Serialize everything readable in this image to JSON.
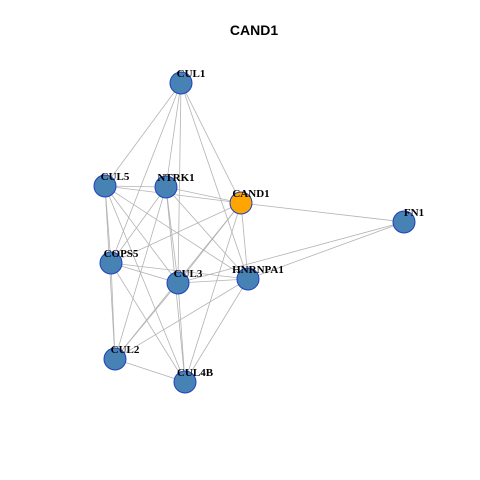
{
  "title": "CAND1",
  "colors": {
    "default_node": "#4682b4",
    "highlight_node": "#ffa500",
    "node_border": "#1f3fbf",
    "edge": "#b3b3b3"
  },
  "nodes": [
    {
      "id": "CUL1",
      "label": "CUL1",
      "highlight": false
    },
    {
      "id": "CUL5",
      "label": "CUL5",
      "highlight": false
    },
    {
      "id": "NTRK1",
      "label": "NTRK1",
      "highlight": false
    },
    {
      "id": "CAND1",
      "label": "CAND1",
      "highlight": true
    },
    {
      "id": "FN1",
      "label": "FN1",
      "highlight": false
    },
    {
      "id": "COPS5",
      "label": "COPS5",
      "highlight": false
    },
    {
      "id": "CUL3",
      "label": "CUL3",
      "highlight": false
    },
    {
      "id": "HNRNPA1",
      "label": "HNRNPA1",
      "highlight": false
    },
    {
      "id": "CUL2",
      "label": "CUL2",
      "highlight": false
    },
    {
      "id": "CUL4B",
      "label": "CUL4B",
      "highlight": false
    }
  ],
  "edges": [
    [
      "CUL1",
      "CUL5"
    ],
    [
      "CUL1",
      "NTRK1"
    ],
    [
      "CUL1",
      "CAND1"
    ],
    [
      "CUL1",
      "COPS5"
    ],
    [
      "CUL1",
      "CUL3"
    ],
    [
      "CUL1",
      "HNRNPA1"
    ],
    [
      "CUL5",
      "NTRK1"
    ],
    [
      "CUL5",
      "CAND1"
    ],
    [
      "CUL5",
      "COPS5"
    ],
    [
      "CUL5",
      "CUL3"
    ],
    [
      "CUL5",
      "CUL2"
    ],
    [
      "CUL5",
      "CUL4B"
    ],
    [
      "CUL5",
      "HNRNPA1"
    ],
    [
      "NTRK1",
      "CAND1"
    ],
    [
      "NTRK1",
      "COPS5"
    ],
    [
      "NTRK1",
      "CUL3"
    ],
    [
      "NTRK1",
      "HNRNPA1"
    ],
    [
      "NTRK1",
      "CUL2"
    ],
    [
      "NTRK1",
      "CUL4B"
    ],
    [
      "CAND1",
      "FN1"
    ],
    [
      "CAND1",
      "COPS5"
    ],
    [
      "CAND1",
      "CUL3"
    ],
    [
      "CAND1",
      "HNRNPA1"
    ],
    [
      "CAND1",
      "CUL2"
    ],
    [
      "CAND1",
      "CUL4B"
    ],
    [
      "FN1",
      "HNRNPA1"
    ],
    [
      "FN1",
      "CUL3"
    ],
    [
      "COPS5",
      "CUL3"
    ],
    [
      "COPS5",
      "HNRNPA1"
    ],
    [
      "COPS5",
      "CUL2"
    ],
    [
      "COPS5",
      "CUL4B"
    ],
    [
      "CUL3",
      "HNRNPA1"
    ],
    [
      "CUL3",
      "CUL2"
    ],
    [
      "CUL3",
      "CUL4B"
    ],
    [
      "HNRNPA1",
      "CUL2"
    ],
    [
      "HNRNPA1",
      "CUL4B"
    ],
    [
      "CUL2",
      "CUL4B"
    ]
  ]
}
